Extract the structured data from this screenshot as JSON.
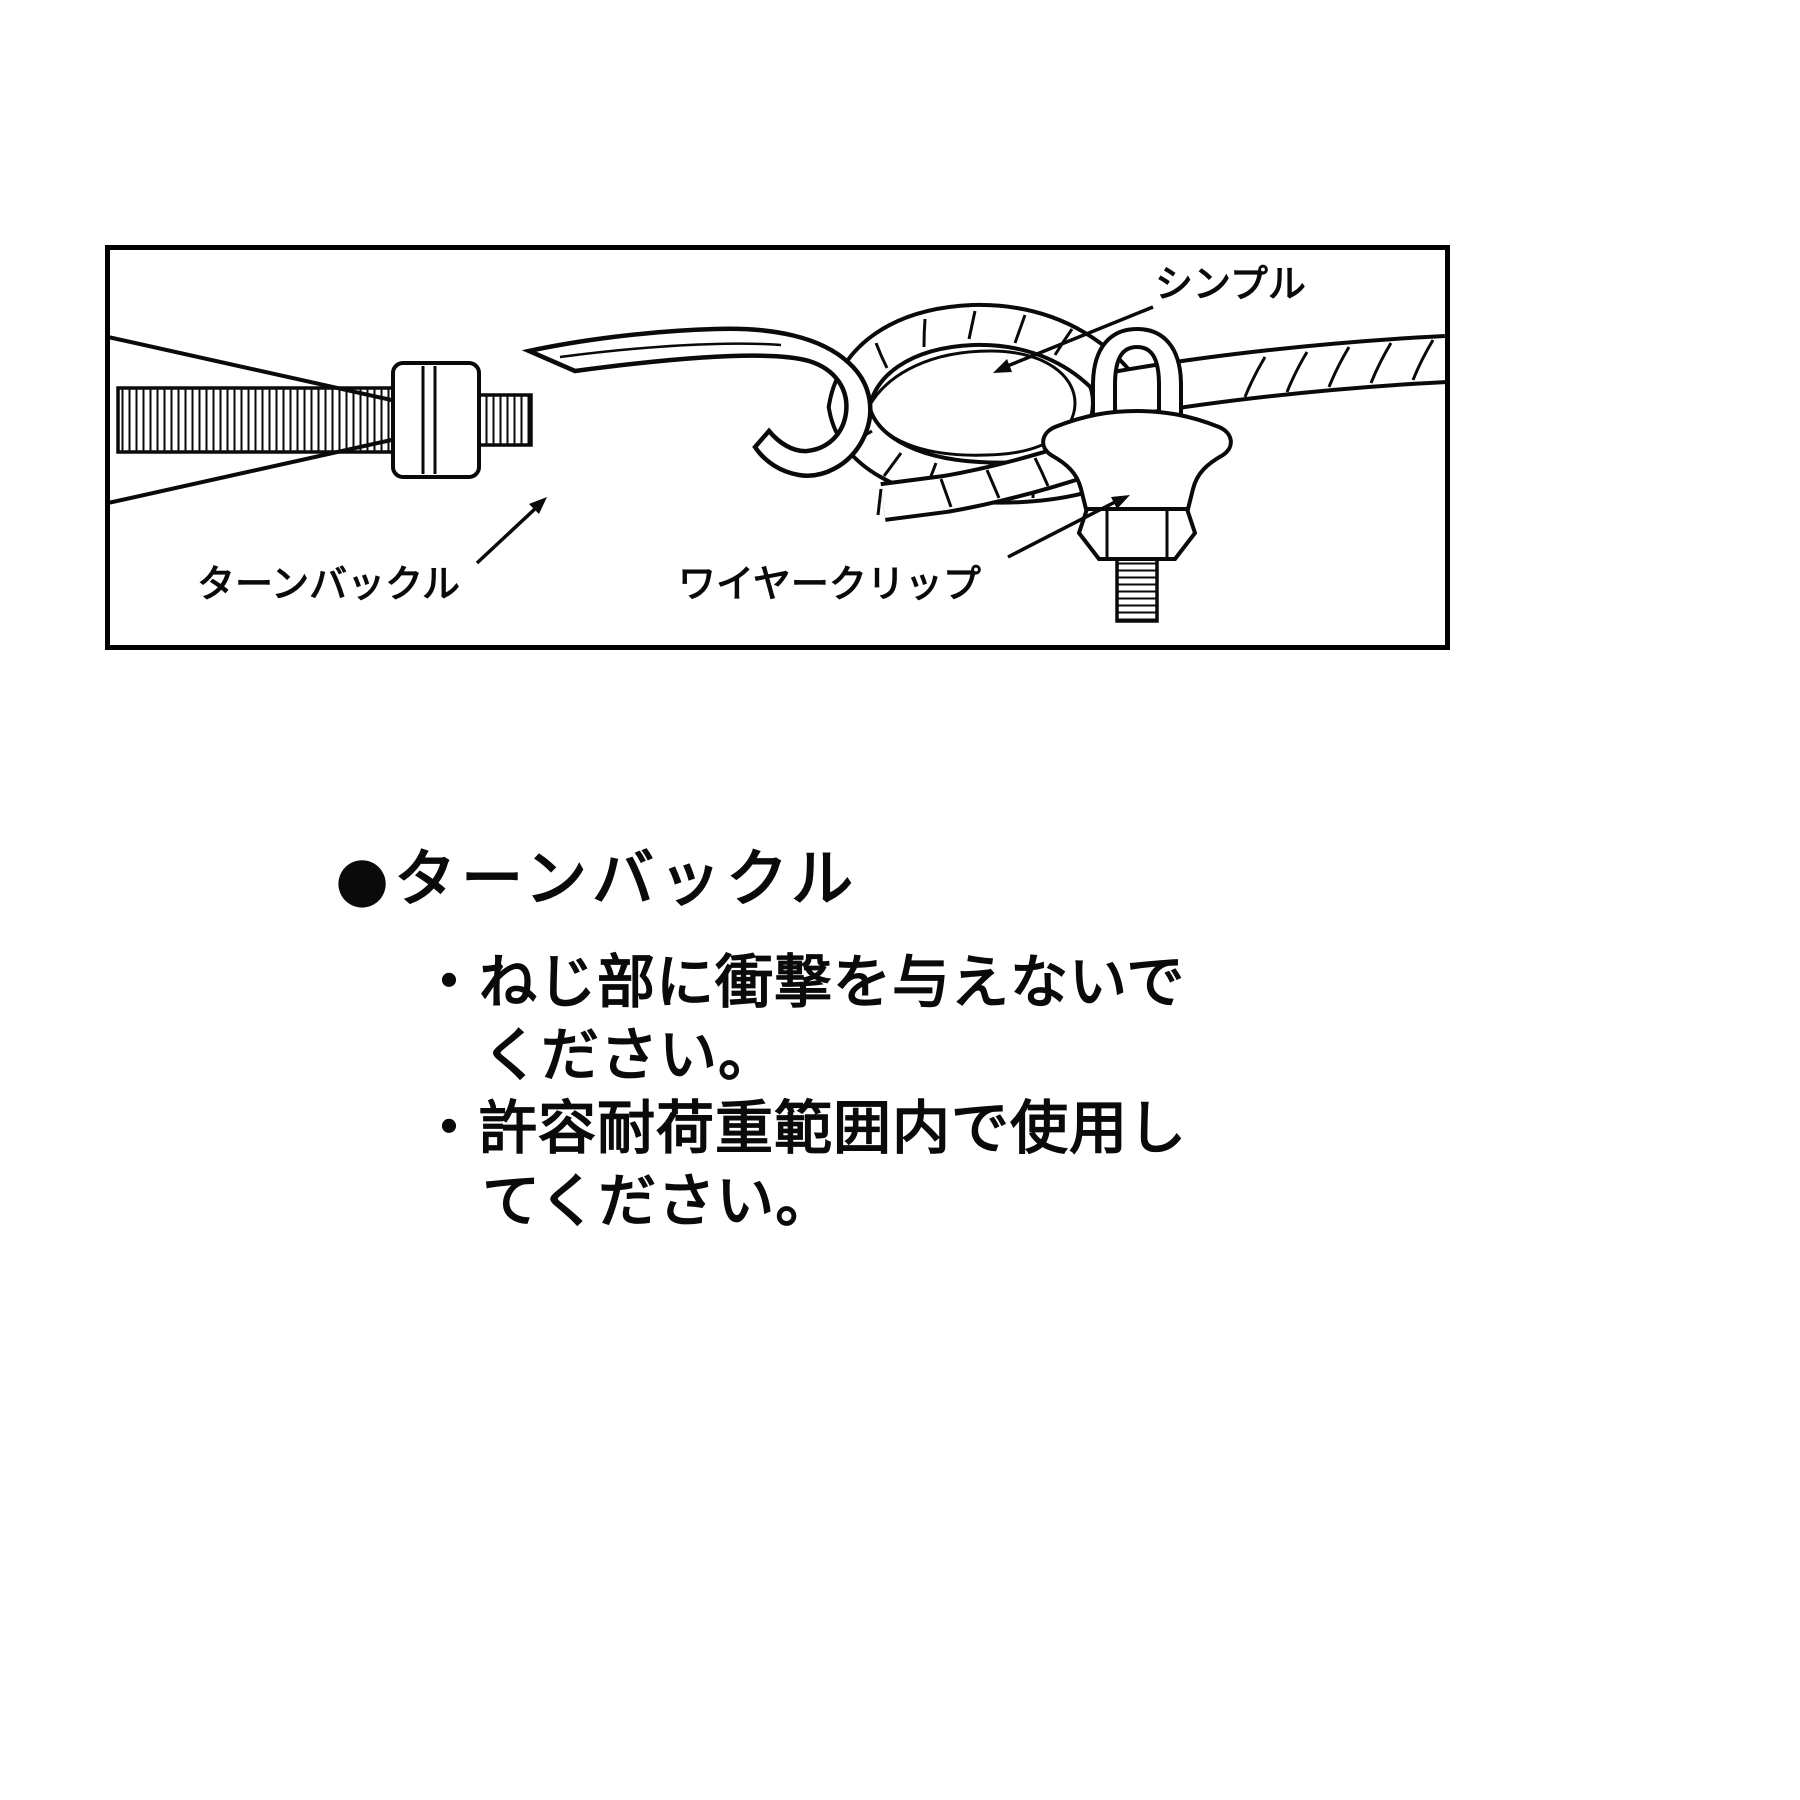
{
  "colors": {
    "ink": "#0a0a0a",
    "background": "#ffffff",
    "panel_border": "#000000"
  },
  "diagram": {
    "labels": {
      "thimble": "シンプル",
      "turnbuckle": "ターンバックル",
      "wire_clip": "ワイヤークリップ"
    }
  },
  "notes": {
    "heading": "●ターンバックル",
    "lines": [
      {
        "text": "・ねじ部に衝撃を与えないで"
      },
      {
        "text": "ください。"
      },
      {
        "text": "・許容耐荷重範囲内で使用し"
      },
      {
        "text": "てください。"
      }
    ]
  }
}
